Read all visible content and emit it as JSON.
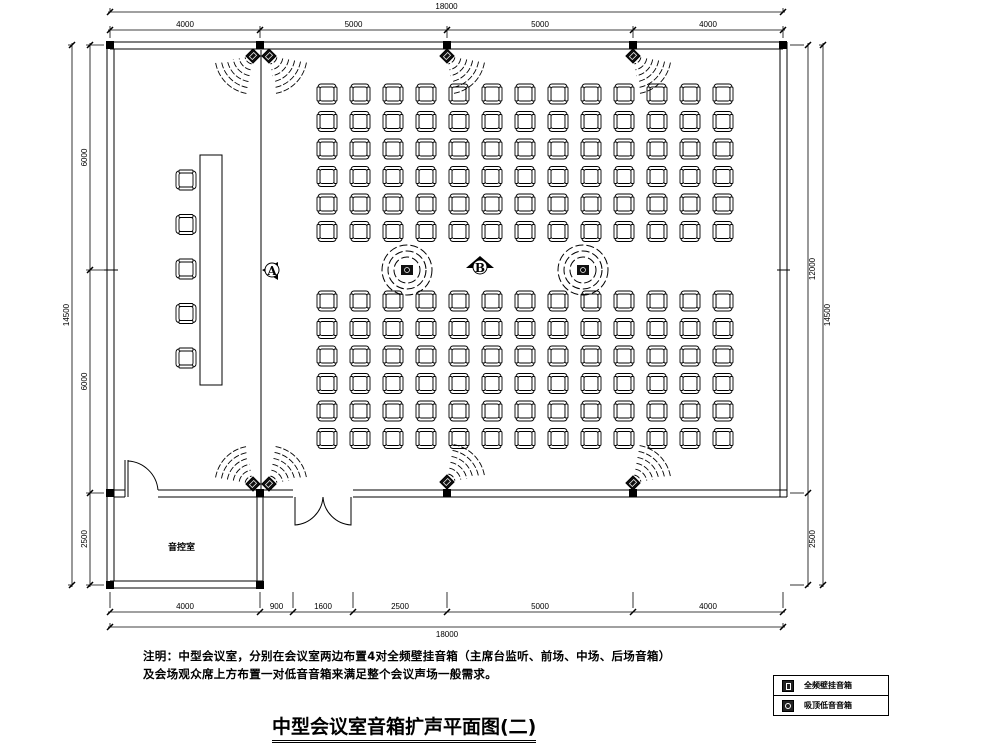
{
  "title": "中型会议室音箱扩声平面图(二)",
  "notes": [
    "注明：中型会议室，分别在会议室两边布置4对全频壁挂音箱（主席台监听、前场、中场、后场音箱）",
    "及会场观众席上方布置一对低音音箱来满足整个会议声场一般需求。"
  ],
  "room_label": "音控室",
  "markers": {
    "a": "A",
    "b": "B"
  },
  "legend": [
    {
      "icon": "wall-speaker-icon",
      "label": "全频壁挂音箱"
    },
    {
      "icon": "ceiling-subwoofer-icon",
      "label": "吸顶低音音箱"
    }
  ],
  "dims": {
    "top_total": "18000",
    "top": [
      "4000",
      "5000",
      "5000",
      "4000"
    ],
    "bottom": [
      "4000",
      "900",
      "1600",
      "2500",
      "5000",
      "4000"
    ],
    "bottom_total": "18000",
    "left": [
      "6000",
      "6000",
      "2500"
    ],
    "left_total": "14500",
    "right": [
      "12000",
      "2500"
    ],
    "right_total": "14500"
  },
  "seating": {
    "columns": 13,
    "rows_front": 6,
    "rows_back": 6,
    "head_table_chairs": 5
  }
}
